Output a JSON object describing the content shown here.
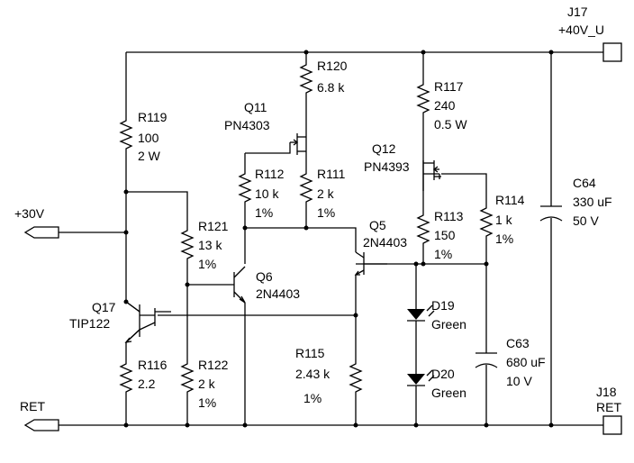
{
  "connectors": {
    "j17": {
      "ref": "J17",
      "label": "+40V_U"
    },
    "j18": {
      "ref": "J18",
      "label": "RET"
    },
    "in30": {
      "label": "+30V"
    },
    "ret": {
      "label": "RET"
    }
  },
  "parts": {
    "r119": {
      "ref": "R119",
      "value": "100",
      "rating": "2 W"
    },
    "r120": {
      "ref": "R120",
      "value": "6.8 k"
    },
    "q11": {
      "ref": "Q11",
      "type": "PN4303"
    },
    "r117": {
      "ref": "R117",
      "value": "240",
      "rating": "0.5 W"
    },
    "q12": {
      "ref": "Q12",
      "type": "PN4393"
    },
    "r112": {
      "ref": "R112",
      "value": "10 k",
      "tol": "1%"
    },
    "r111": {
      "ref": "R111",
      "value": "2 k",
      "tol": "1%"
    },
    "r114": {
      "ref": "R114",
      "value": "1 k",
      "tol": "1%"
    },
    "c64": {
      "ref": "C64",
      "value": "330 uF",
      "rating": "50 V"
    },
    "r121": {
      "ref": "R121",
      "value": "13 k",
      "tol": "1%"
    },
    "r113": {
      "ref": "R113",
      "value": "150",
      "tol": "1%"
    },
    "q5": {
      "ref": "Q5",
      "type": "2N4403"
    },
    "q6": {
      "ref": "Q6",
      "type": "2N4403"
    },
    "q17": {
      "ref": "Q17",
      "type": "TIP122"
    },
    "d19": {
      "ref": "D19",
      "color": "Green"
    },
    "c63": {
      "ref": "C63",
      "value": "680 uF",
      "rating": "10 V"
    },
    "r115": {
      "ref": "R115",
      "value": "2.43 k",
      "tol": "1%"
    },
    "r116": {
      "ref": "R116",
      "value": "2.2"
    },
    "r122": {
      "ref": "R122",
      "value": "2 k",
      "tol": "1%"
    },
    "d20": {
      "ref": "D20",
      "color": "Green"
    }
  }
}
